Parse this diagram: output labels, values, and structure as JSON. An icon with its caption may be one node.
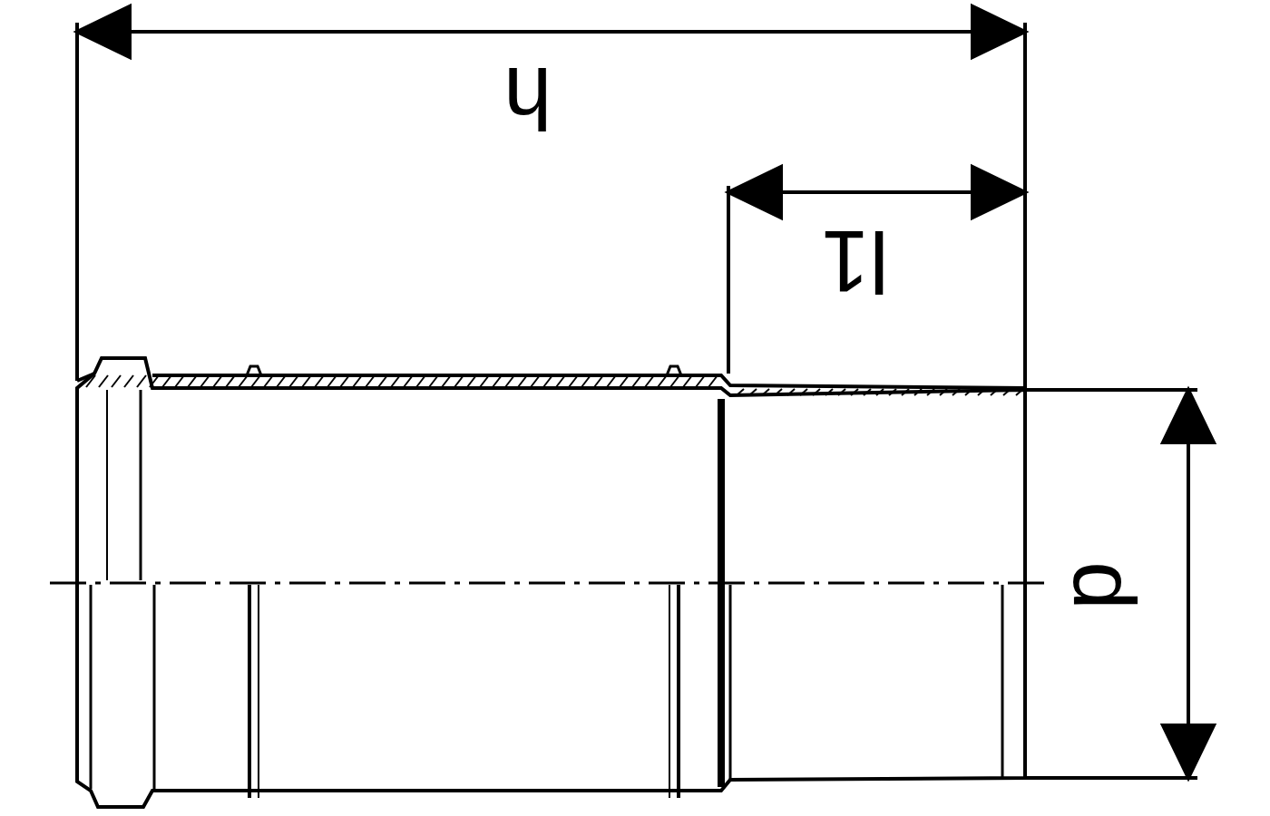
{
  "diagram": {
    "labels": [
      "h",
      "l1",
      "d"
    ]
  }
}
